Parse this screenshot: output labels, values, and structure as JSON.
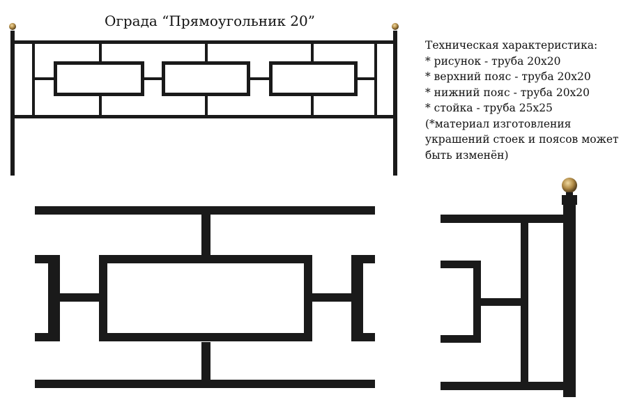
{
  "title": "Ограда “Прямоугольник 20”",
  "specs": {
    "header": "Техническая характеристика:",
    "lines": [
      "* рисунок - труба 20х20",
      "* верхний пояс - труба 20х20",
      "* нижний пояс - труба 20х20",
      "* стойка - труба  25х25",
      "(*материал изготовления",
      "украшений стоек и поясов может",
      "быть изменён)"
    ]
  },
  "colors": {
    "metal": "#1a1a1a",
    "finial": "#b08a45",
    "background": "#ffffff"
  }
}
